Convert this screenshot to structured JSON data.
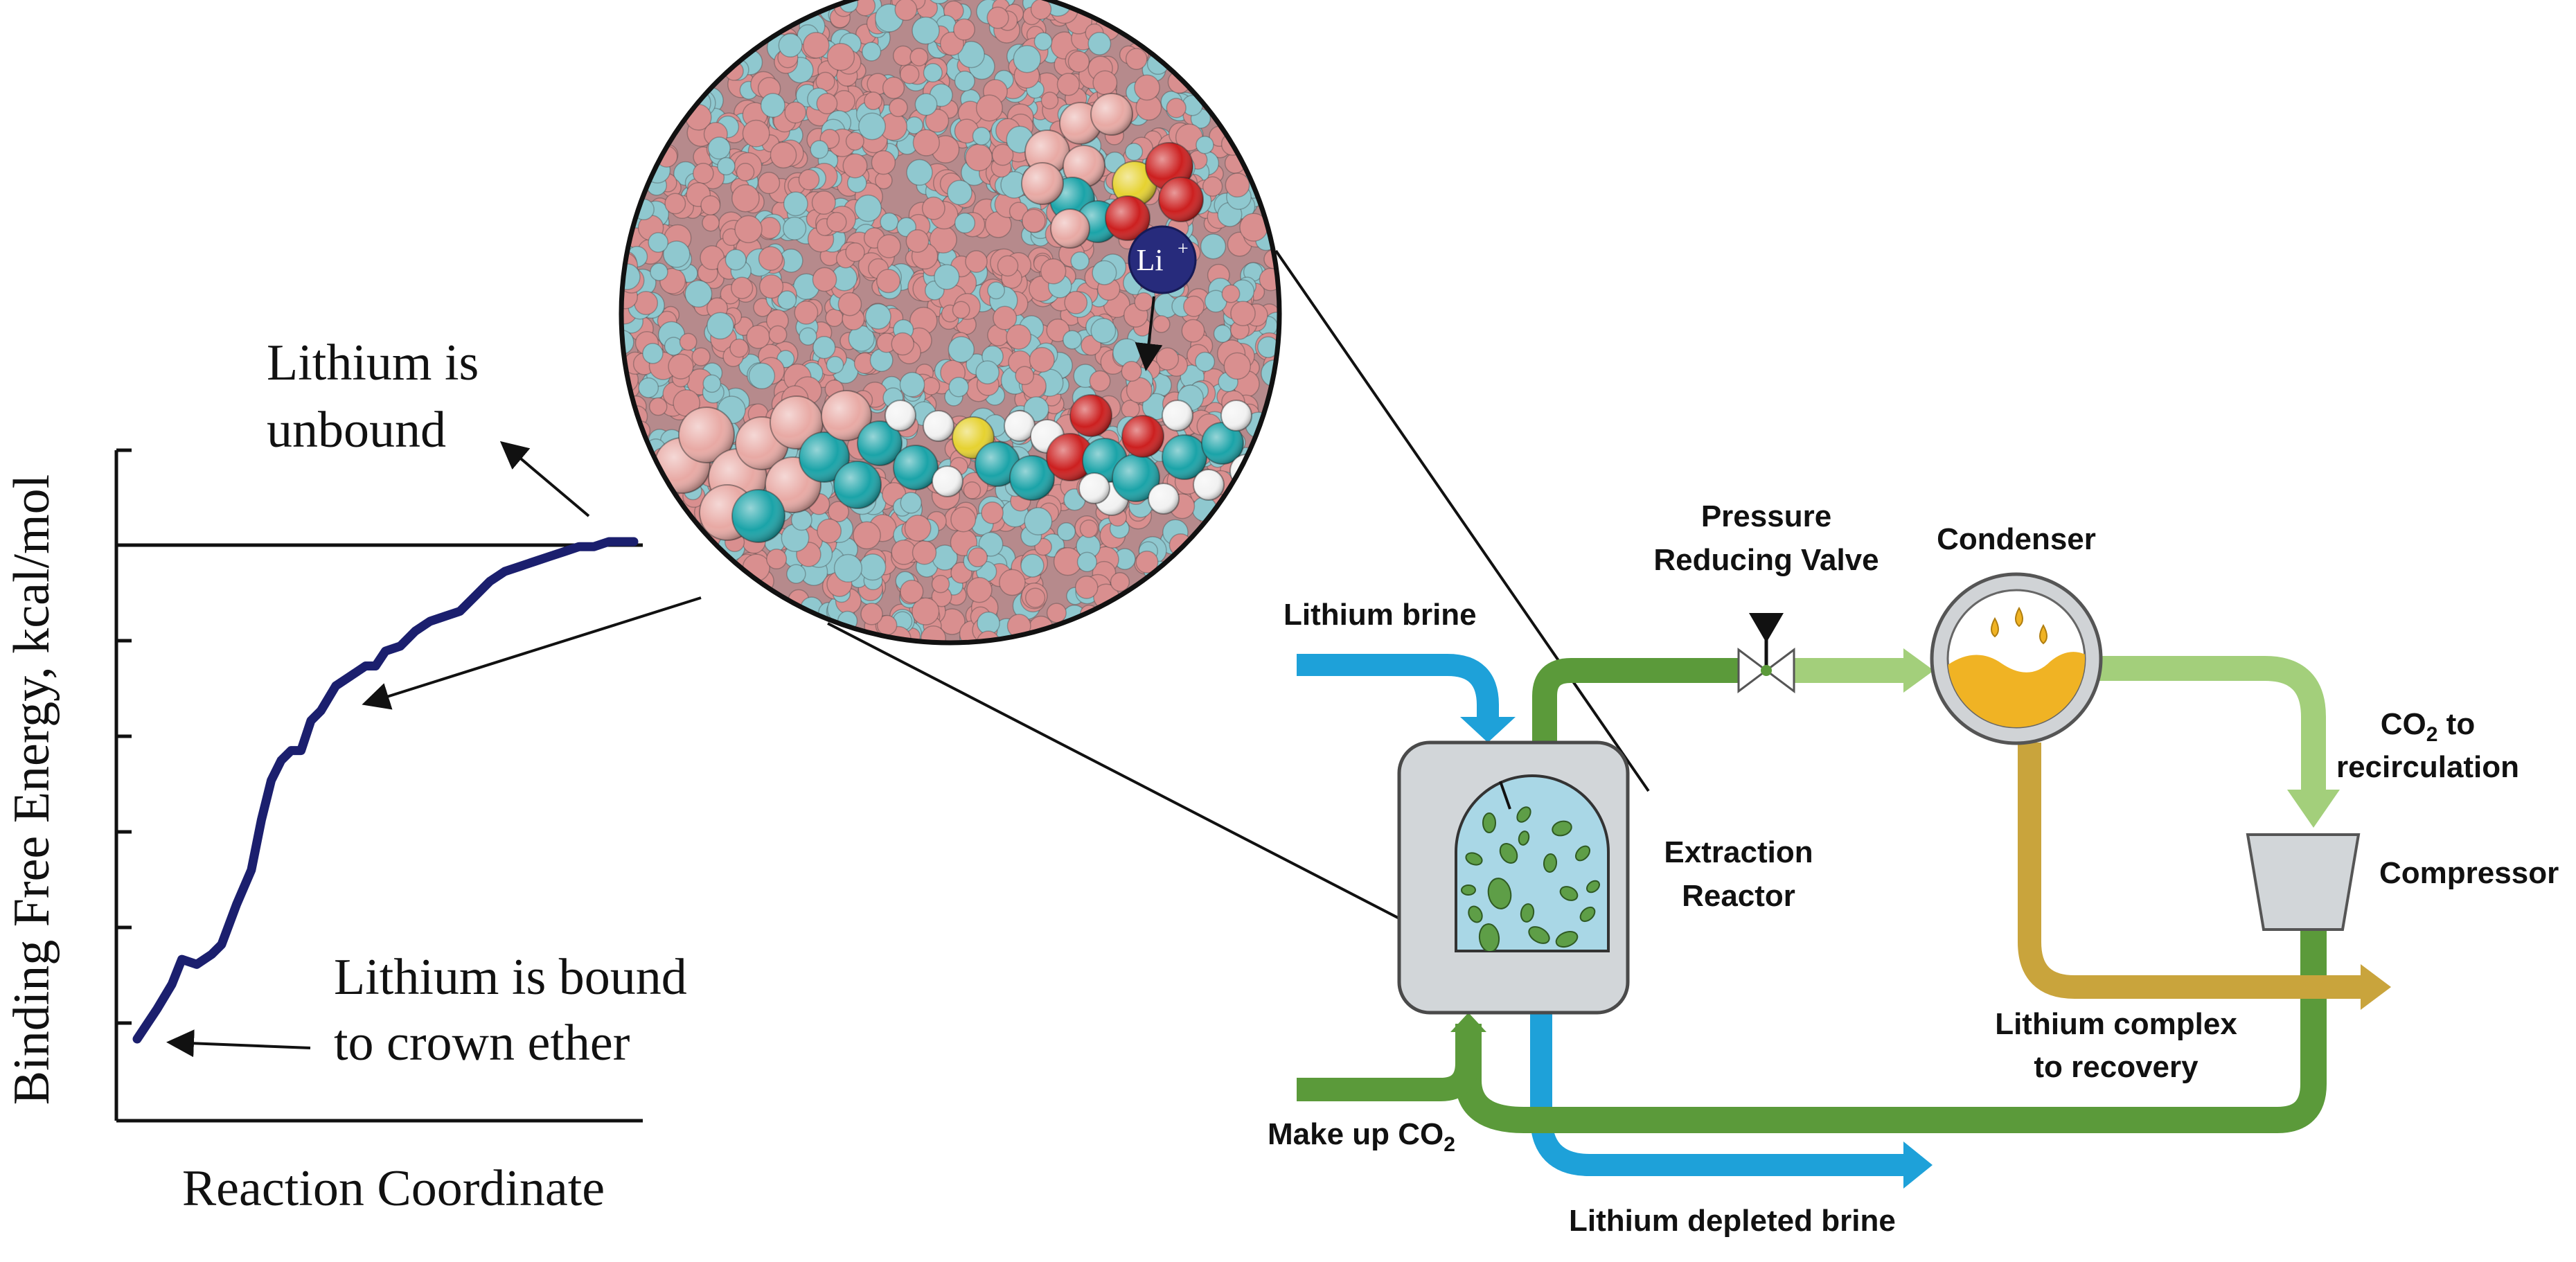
{
  "energy_plot": {
    "ylabel": "Binding Free Energy, kcal/mol",
    "xlabel": "Reaction Coordinate",
    "annotation_top_line1": "Lithium is",
    "annotation_top_line2": "unbound",
    "annotation_bottom_line1": "Lithium is bound",
    "annotation_bottom_line2": "to crown ether"
  },
  "chart_data": {
    "type": "line",
    "xlabel": "Reaction Coordinate",
    "ylabel": "Binding Free Energy, kcal/mol",
    "x": [
      0.0,
      0.02,
      0.04,
      0.07,
      0.09,
      0.12,
      0.15,
      0.17,
      0.2,
      0.23,
      0.25,
      0.27,
      0.29,
      0.31,
      0.33,
      0.35,
      0.37,
      0.4,
      0.43,
      0.46,
      0.48,
      0.5,
      0.53,
      0.56,
      0.59,
      0.62,
      0.65,
      0.68,
      0.71,
      0.74,
      0.77,
      0.8,
      0.83,
      0.86,
      0.89,
      0.92,
      0.95,
      0.98,
      1.0
    ],
    "y": [
      0.0,
      0.03,
      0.06,
      0.11,
      0.16,
      0.15,
      0.17,
      0.19,
      0.27,
      0.34,
      0.44,
      0.52,
      0.56,
      0.58,
      0.58,
      0.64,
      0.66,
      0.71,
      0.73,
      0.75,
      0.75,
      0.78,
      0.79,
      0.82,
      0.84,
      0.85,
      0.86,
      0.89,
      0.92,
      0.94,
      0.95,
      0.96,
      0.97,
      0.98,
      0.99,
      0.99,
      1.0,
      1.0,
      1.0
    ],
    "ylim": [
      0,
      1
    ],
    "series_color": "#1b1f6e"
  },
  "molecule": {
    "ion_label": "Li",
    "ion_charge": "+",
    "colors": {
      "solvent_a": "#d98f8f",
      "solvent_b": "#8fc8cf",
      "carbon": "#1aa3a8",
      "fluorine": "#e8a9a4",
      "oxygen": "#cc1f1f",
      "sulfur": "#e6d230",
      "hydrogen": "#f2f2f2",
      "lithium": "#272b7c"
    }
  },
  "process": {
    "lithium_brine": "Lithium brine",
    "valve_line1": "Pressure",
    "valve_line2": "Reducing Valve",
    "condenser": "Condenser",
    "co2_line1_prefix": "CO",
    "co2_line1_sub": "2",
    "co2_line1_suffix": " to",
    "co2_line2": "recirculation",
    "compressor": "Compressor",
    "reactor_line1": "Extraction",
    "reactor_line2": "Reactor",
    "complex_line1": "Lithium complex",
    "complex_line2": "to recovery",
    "makeup_prefix": "Make up CO",
    "makeup_sub": "2",
    "depleted": "Lithium depleted brine",
    "colors": {
      "brine": "#1ea1d9",
      "co2_dark": "#5b9a3a",
      "co2_light": "#a3cf7b",
      "complex": "#c9a43c",
      "reactor_fill": "#d2d6d9",
      "condenser_liquid": "#f0b324"
    }
  }
}
